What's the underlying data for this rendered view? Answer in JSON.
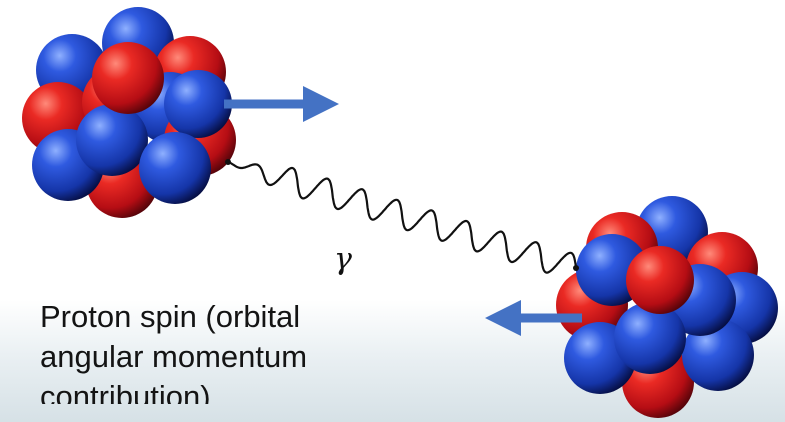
{
  "symbols": {
    "photon": "γ"
  },
  "caption": {
    "line1": "Proton spin (orbital",
    "line2": "angular momentum",
    "line3": "contribution)"
  },
  "colors": {
    "proton": "#d0101a",
    "neutron": "#1c3fb5",
    "arrow": "#4472c4",
    "photon_wave": "#111111",
    "background_fade": "#d6e1e6"
  }
}
